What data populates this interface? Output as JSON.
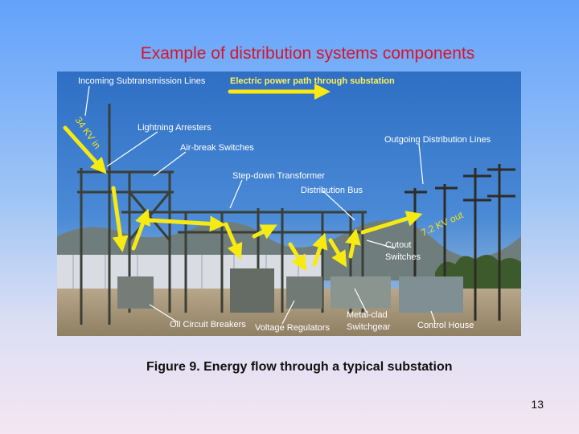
{
  "slide": {
    "title": "Example of distribution systems components",
    "caption": "Figure 9. Energy flow through a typical substation",
    "page_number": "13"
  },
  "photo_labels": {
    "incoming_subtransmission_lines": "Incoming Subtransmission Lines",
    "power_path": "Electric power path through substation",
    "lightning_arresters": "Lightning Arresters",
    "air_break_switches": "Air-break Switches",
    "outgoing_distribution_lines": "Outgoing Distribution Lines",
    "step_down_transformer": "Step-down Transformer",
    "distribution_bus": "Distribution Bus",
    "voltage_in": "34 KV in",
    "voltage_out": "7.2 KV out",
    "cutout_switches_1": "Cutout",
    "cutout_switches_2": "Switches",
    "oil_circuit_breakers": "Oil Circuit Breakers",
    "voltage_regulators": "Voltage Regulators",
    "metal_clad_switchgear_1": "Metal-clad",
    "metal_clad_switchgear_2": "Switchgear",
    "control_house": "Control House"
  },
  "colors": {
    "title": "#d8142c",
    "path_arrows": "#f7ea12",
    "label_text": "#ffffff"
  }
}
